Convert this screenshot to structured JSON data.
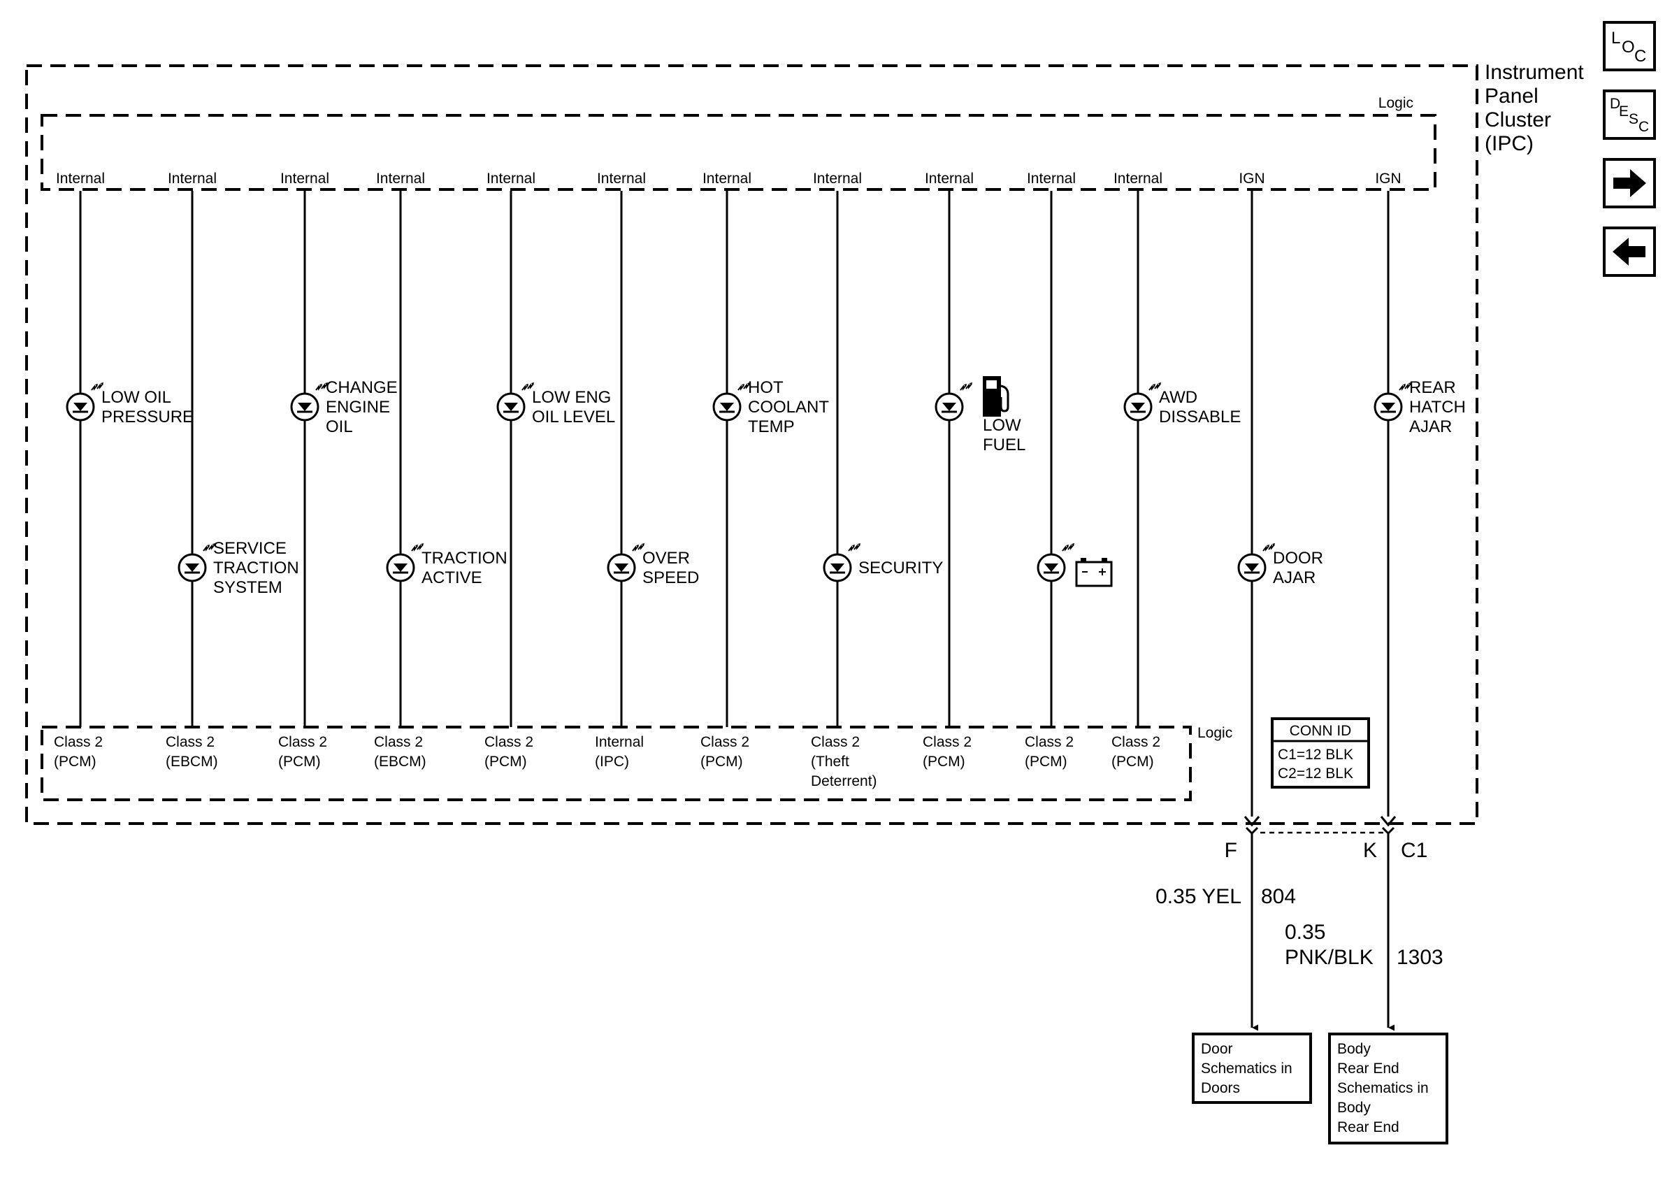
{
  "module": {
    "name_lines": [
      "Instrument",
      "Panel",
      "Cluster",
      "(IPC)"
    ],
    "logic_top_label": "Logic",
    "logic_bottom_label": "Logic"
  },
  "nav_buttons": {
    "loc": [
      "L",
      "O",
      "C"
    ],
    "desc": [
      "D",
      "E",
      "S",
      "C"
    ],
    "next_icon": "arrow-right-icon",
    "prev_icon": "arrow-left-icon"
  },
  "circuits": [
    {
      "top": "Internal",
      "bottom": [
        "Class 2",
        "(PCM)"
      ],
      "indicator": [
        "LOW OIL",
        "PRESSURE"
      ],
      "level": "upper"
    },
    {
      "top": "Internal",
      "bottom": [
        "Class 2",
        "(EBCM)"
      ],
      "indicator": [
        "SERVICE",
        "TRACTION",
        "SYSTEM"
      ],
      "level": "lower"
    },
    {
      "top": "Internal",
      "bottom": [
        "Class 2",
        "(PCM)"
      ],
      "indicator": [
        "CHANGE",
        "ENGINE",
        "OIL"
      ],
      "level": "upper"
    },
    {
      "top": "Internal",
      "bottom": [
        "Class 2",
        "(EBCM)"
      ],
      "indicator": [
        "TRACTION",
        "ACTIVE"
      ],
      "level": "lower"
    },
    {
      "top": "Internal",
      "bottom": [
        "Class 2",
        "(PCM)"
      ],
      "indicator": [
        "LOW ENG",
        "OIL LEVEL"
      ],
      "level": "upper"
    },
    {
      "top": "Internal",
      "bottom": [
        "Internal",
        "(IPC)"
      ],
      "indicator": [
        "OVER",
        "SPEED"
      ],
      "level": "lower"
    },
    {
      "top": "Internal",
      "bottom": [
        "Class 2",
        "(PCM)"
      ],
      "indicator": [
        "HOT",
        "COOLANT",
        "TEMP"
      ],
      "level": "upper"
    },
    {
      "top": "Internal",
      "bottom": [
        "Class 2",
        "(Theft",
        "Deterrent)"
      ],
      "indicator": [
        "SECURITY"
      ],
      "level": "lower"
    },
    {
      "top": "Internal",
      "bottom": [
        "Class 2",
        "(PCM)"
      ],
      "indicator": [
        "LOW",
        "FUEL"
      ],
      "level": "upper",
      "icon": "fuel-pump-icon"
    },
    {
      "top": "Internal",
      "bottom": [
        "Class 2",
        "(PCM)"
      ],
      "indicator": [],
      "level": "lower",
      "icon": "battery-icon"
    },
    {
      "top": "Internal",
      "bottom": [
        "Class 2",
        "(PCM)"
      ],
      "indicator": [
        "AWD",
        "DISSABLE"
      ],
      "level": "upper"
    },
    {
      "top": "IGN",
      "indicator": [
        "DOOR",
        "AJAR"
      ],
      "level": "lower"
    },
    {
      "top": "IGN",
      "indicator": [
        "REAR",
        "HATCH",
        "AJAR"
      ],
      "level": "upper"
    }
  ],
  "conn_id": {
    "title": "CONN ID",
    "rows": [
      "C1=12 BLK",
      "C2=12 BLK"
    ]
  },
  "connector": {
    "pin_left": "F",
    "pin_right": "K",
    "id": "C1"
  },
  "wires": [
    {
      "gauge_color": [
        "0.35 YEL"
      ],
      "circuit": "804"
    },
    {
      "gauge_color": [
        "0.35",
        "PNK/BLK"
      ],
      "circuit": "1303"
    }
  ],
  "destinations": [
    {
      "lines": [
        "Door",
        "Schematics in",
        "Doors"
      ]
    },
    {
      "lines": [
        "Body",
        "Rear End",
        "Schematics in",
        "Body",
        "Rear End"
      ]
    }
  ]
}
